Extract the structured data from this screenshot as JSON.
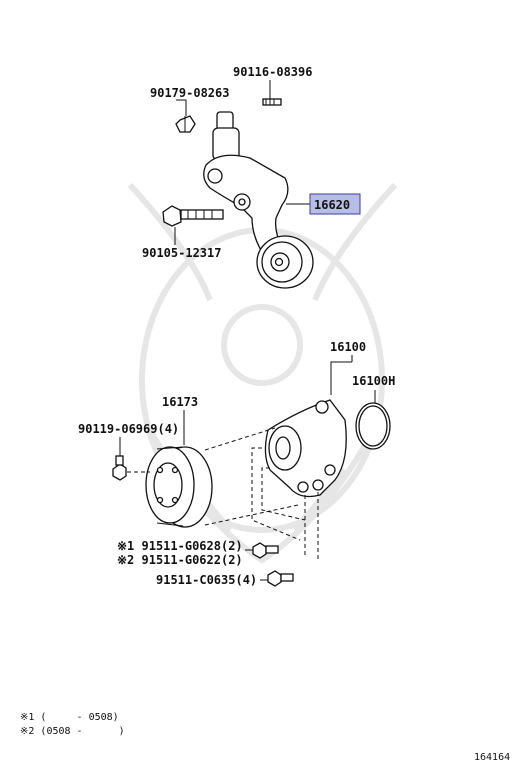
{
  "labels": {
    "tensioner_bolt_top": "90116-08396",
    "tensioner_nut": "90179-08263",
    "tensioner_assy": "16620",
    "tensioner_bolt": "90105-12317",
    "water_pump": "16100",
    "water_pump_gasket": "16100H",
    "pulley": "16173",
    "pulley_bolt": "90119-06969(4)",
    "pump_bolt_1": "※1 91511-G0628(2)",
    "pump_bolt_2": "※2 91511-G0622(2)",
    "pump_bolt_3": "91511-C0635(4)"
  },
  "notes": {
    "note_1": "※1 (     - 0508)",
    "note_2": "※2 (0508 -      )"
  },
  "diagram_id": "164164",
  "colors": {
    "highlight_fill": "#b8bde8",
    "highlight_stroke": "#3a3f8f",
    "watermark": "#e6e6e6"
  }
}
